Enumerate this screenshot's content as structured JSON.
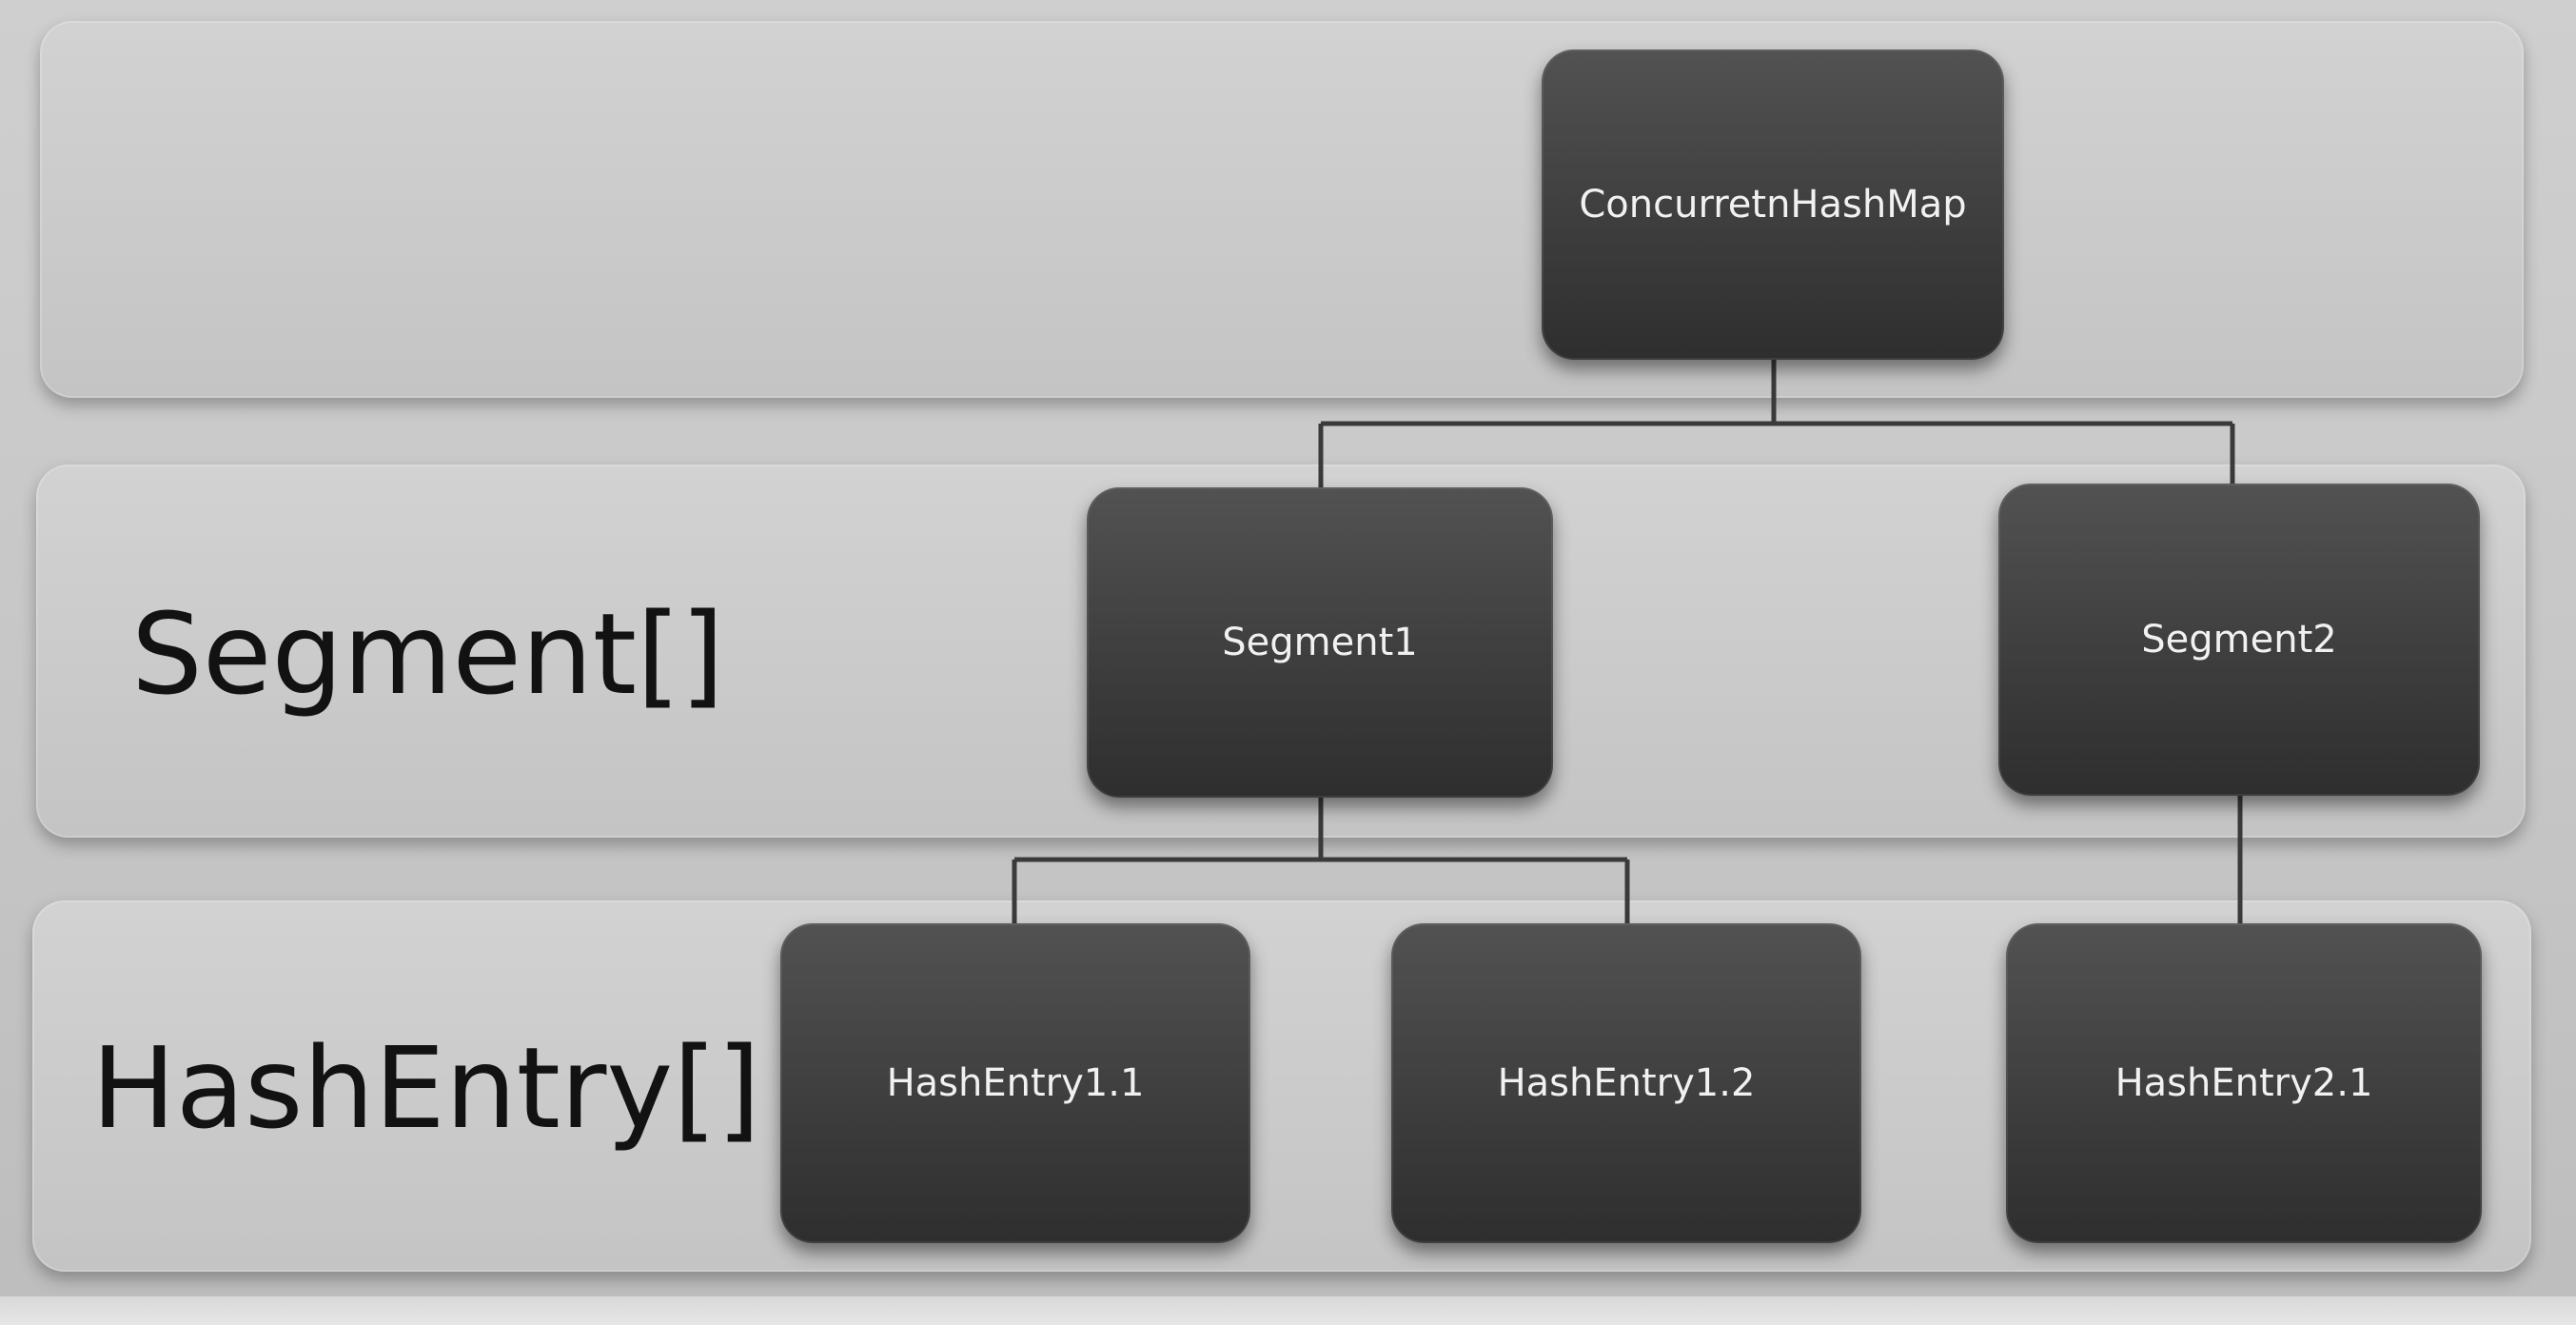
{
  "diagram": {
    "bands": {
      "top": {
        "label": ""
      },
      "segment": {
        "label": "Segment[]"
      },
      "hashentry": {
        "label": "HashEntry[]"
      }
    },
    "nodes": {
      "root": "ConcurretnHashMap",
      "segment1": "Segment1",
      "segment2": "Segment2",
      "hashentry11": "HashEntry1.1",
      "hashentry12": "HashEntry1.2",
      "hashentry21": "HashEntry2.1"
    },
    "edges": [
      [
        "ConcurretnHashMap",
        "Segment1"
      ],
      [
        "ConcurretnHashMap",
        "Segment2"
      ],
      [
        "Segment1",
        "HashEntry1.1"
      ],
      [
        "Segment1",
        "HashEntry1.2"
      ],
      [
        "Segment2",
        "HashEntry2.1"
      ]
    ],
    "colors": {
      "node_fill": "#3e3e3e",
      "node_text": "#f1f1f1",
      "band_fill": "#cbcbcb",
      "connector": "#3a3a3a"
    }
  }
}
